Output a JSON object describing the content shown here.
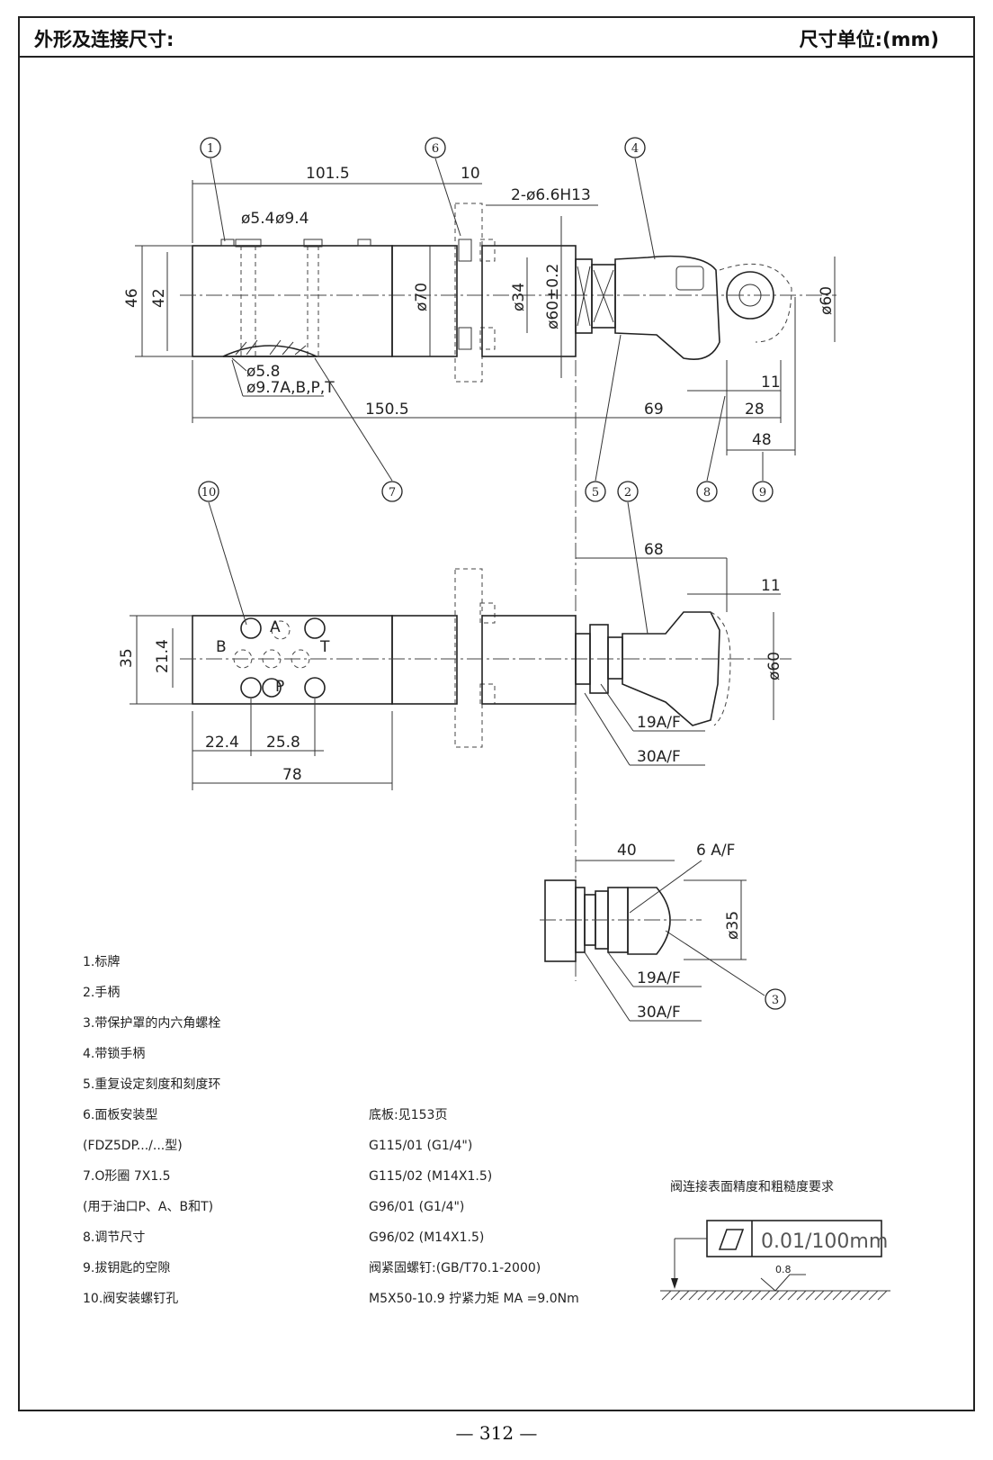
{
  "header": {
    "title": "外形及连接尺寸:",
    "unit_note": "尺寸单位:(mm)"
  },
  "dimensions": {
    "d101_5": "101.5",
    "d10": "10",
    "d_holes": "2-ø6.6H13",
    "d54": "ø5.4",
    "d94": "ø9.4",
    "d46": "46",
    "d42": "42",
    "d70": "ø70",
    "d34": "ø34",
    "d60_tol": "ø60±0.2",
    "d60_top": "ø60",
    "d58": "ø5.8",
    "d97": "ø9.7A,B,P,T",
    "d150_5": "150.5",
    "d69": "69",
    "d11_top": "11",
    "d28": "28",
    "d48": "48",
    "d68": "68",
    "d11_mid": "11",
    "d60_mid": "ø60",
    "d35": "35",
    "d21_4": "21.4",
    "d22_4": "22.4",
    "d25_8": "25.8",
    "d78": "78",
    "af19_mid": "19A/F",
    "af30_mid": "30A/F",
    "d40": "40",
    "af6": "6 A/F",
    "d35_dia": "ø35",
    "af19_bot": "19A/F",
    "af30_bot": "30A/F"
  },
  "ports": {
    "a": "A",
    "b": "B",
    "p": "P",
    "t": "T"
  },
  "callouts": [
    "1",
    "2",
    "3",
    "4",
    "5",
    "6",
    "7",
    "8",
    "9",
    "10"
  ],
  "legend": [
    "1.标牌",
    "2.手柄",
    "3.带保护罩的内六角螺栓",
    "4.带锁手柄",
    "5.重复设定刻度和刻度环",
    "6.面板安装型",
    "(FDZ5DP.../...型)",
    "7.O形圈 7X1.5",
    "(用于油口P、A、B和T)",
    "8.调节尺寸",
    "9.拔钥匙的空隙",
    "10.阀安装螺钉孔"
  ],
  "base_info": [
    "底板:见153页",
    "G115/01 (G1/4\")",
    "G115/02 (M14X1.5)",
    "G96/01 (G1/4\")",
    "G96/02 (M14X1.5)",
    "阀紧固螺钉:(GB/T70.1-2000)",
    "M5X50-10.9 拧紧力矩  MA =9.0Nm"
  ],
  "surface": {
    "title": "阀连接表面精度和粗糙度要求",
    "flatness": "0.01/100mm",
    "roughness": "0.8"
  },
  "page_number": "— 312 —"
}
